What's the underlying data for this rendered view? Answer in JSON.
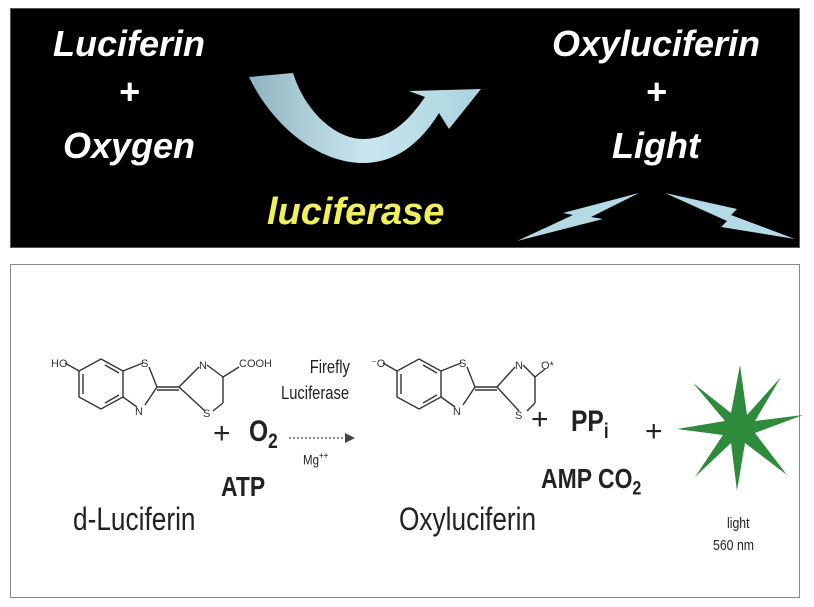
{
  "top": {
    "reactant1": "Luciferin",
    "plus_left": "+",
    "reactant2": "Oxygen",
    "product1": "Oxyluciferin",
    "plus_right": "+",
    "product2": "Light",
    "enzyme": "luciferase"
  },
  "bottom": {
    "substrate_label": "d-Luciferin",
    "plus1": "+",
    "oxygen_base": "O",
    "oxygen_sub": "2",
    "atp": "ATP",
    "enzyme_line1": "Firefly",
    "enzyme_line2": "Luciferase",
    "cofactor_base": "Mg",
    "cofactor_sup": "++",
    "product_label": "Oxyluciferin",
    "plus2": "+",
    "ppi_base": "PP",
    "ppi_sub": "i",
    "amp_co": "AMP CO",
    "amp_co_sub": "2",
    "plus3": "+",
    "light_label": "light",
    "light_wavelength": "560 nm",
    "atom_ho": "HO",
    "atom_s1": "S",
    "atom_n1": "N",
    "atom_s2": "S",
    "atom_n2": "N",
    "atom_cooh": "COOH",
    "atom_o_minus": "⁻O",
    "atom_s3": "S",
    "atom_n3": "N",
    "atom_s4": "S",
    "atom_n4": "N",
    "atom_o_star": "O*"
  },
  "colors": {
    "top_background": "#000000",
    "top_text": "#ffffff",
    "enzyme_text": "#f2f05a",
    "arrow_light_blue": "#b4dbe5",
    "star_green": "#2e8b3c"
  }
}
